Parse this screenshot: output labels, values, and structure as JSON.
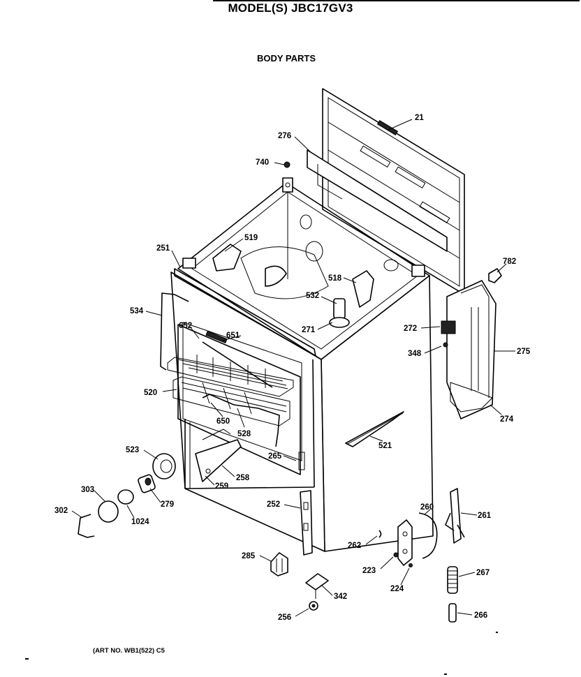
{
  "header": {
    "model": "MODEL(S) JBC17GV3"
  },
  "diagram": {
    "title": "BODY PARTS"
  },
  "footer": {
    "art_no": "(ART NO. WB1(522) C5"
  },
  "callouts": [
    {
      "id": "21",
      "label": "21"
    },
    {
      "id": "276",
      "label": "276"
    },
    {
      "id": "740",
      "label": "740"
    },
    {
      "id": "519",
      "label": "519"
    },
    {
      "id": "251",
      "label": "251"
    },
    {
      "id": "518",
      "label": "518"
    },
    {
      "id": "782",
      "label": "782"
    },
    {
      "id": "534",
      "label": "534"
    },
    {
      "id": "532",
      "label": "532"
    },
    {
      "id": "652",
      "label": "652"
    },
    {
      "id": "651",
      "label": "651"
    },
    {
      "id": "271",
      "label": "271"
    },
    {
      "id": "272",
      "label": "272"
    },
    {
      "id": "348",
      "label": "348"
    },
    {
      "id": "275",
      "label": "275"
    },
    {
      "id": "520",
      "label": "520"
    },
    {
      "id": "274",
      "label": "274"
    },
    {
      "id": "650",
      "label": "650"
    },
    {
      "id": "528",
      "label": "528"
    },
    {
      "id": "521",
      "label": "521"
    },
    {
      "id": "523",
      "label": "523"
    },
    {
      "id": "265",
      "label": "265"
    },
    {
      "id": "258",
      "label": "258"
    },
    {
      "id": "259",
      "label": "259"
    },
    {
      "id": "303",
      "label": "303"
    },
    {
      "id": "279",
      "label": "279"
    },
    {
      "id": "302",
      "label": "302"
    },
    {
      "id": "1024",
      "label": "1024"
    },
    {
      "id": "252",
      "label": "252"
    },
    {
      "id": "260",
      "label": "260"
    },
    {
      "id": "261",
      "label": "261"
    },
    {
      "id": "262",
      "label": "262"
    },
    {
      "id": "285",
      "label": "285"
    },
    {
      "id": "223",
      "label": "223"
    },
    {
      "id": "224",
      "label": "224"
    },
    {
      "id": "267",
      "label": "267"
    },
    {
      "id": "342",
      "label": "342"
    },
    {
      "id": "256",
      "label": "256"
    },
    {
      "id": "266",
      "label": "266"
    }
  ]
}
